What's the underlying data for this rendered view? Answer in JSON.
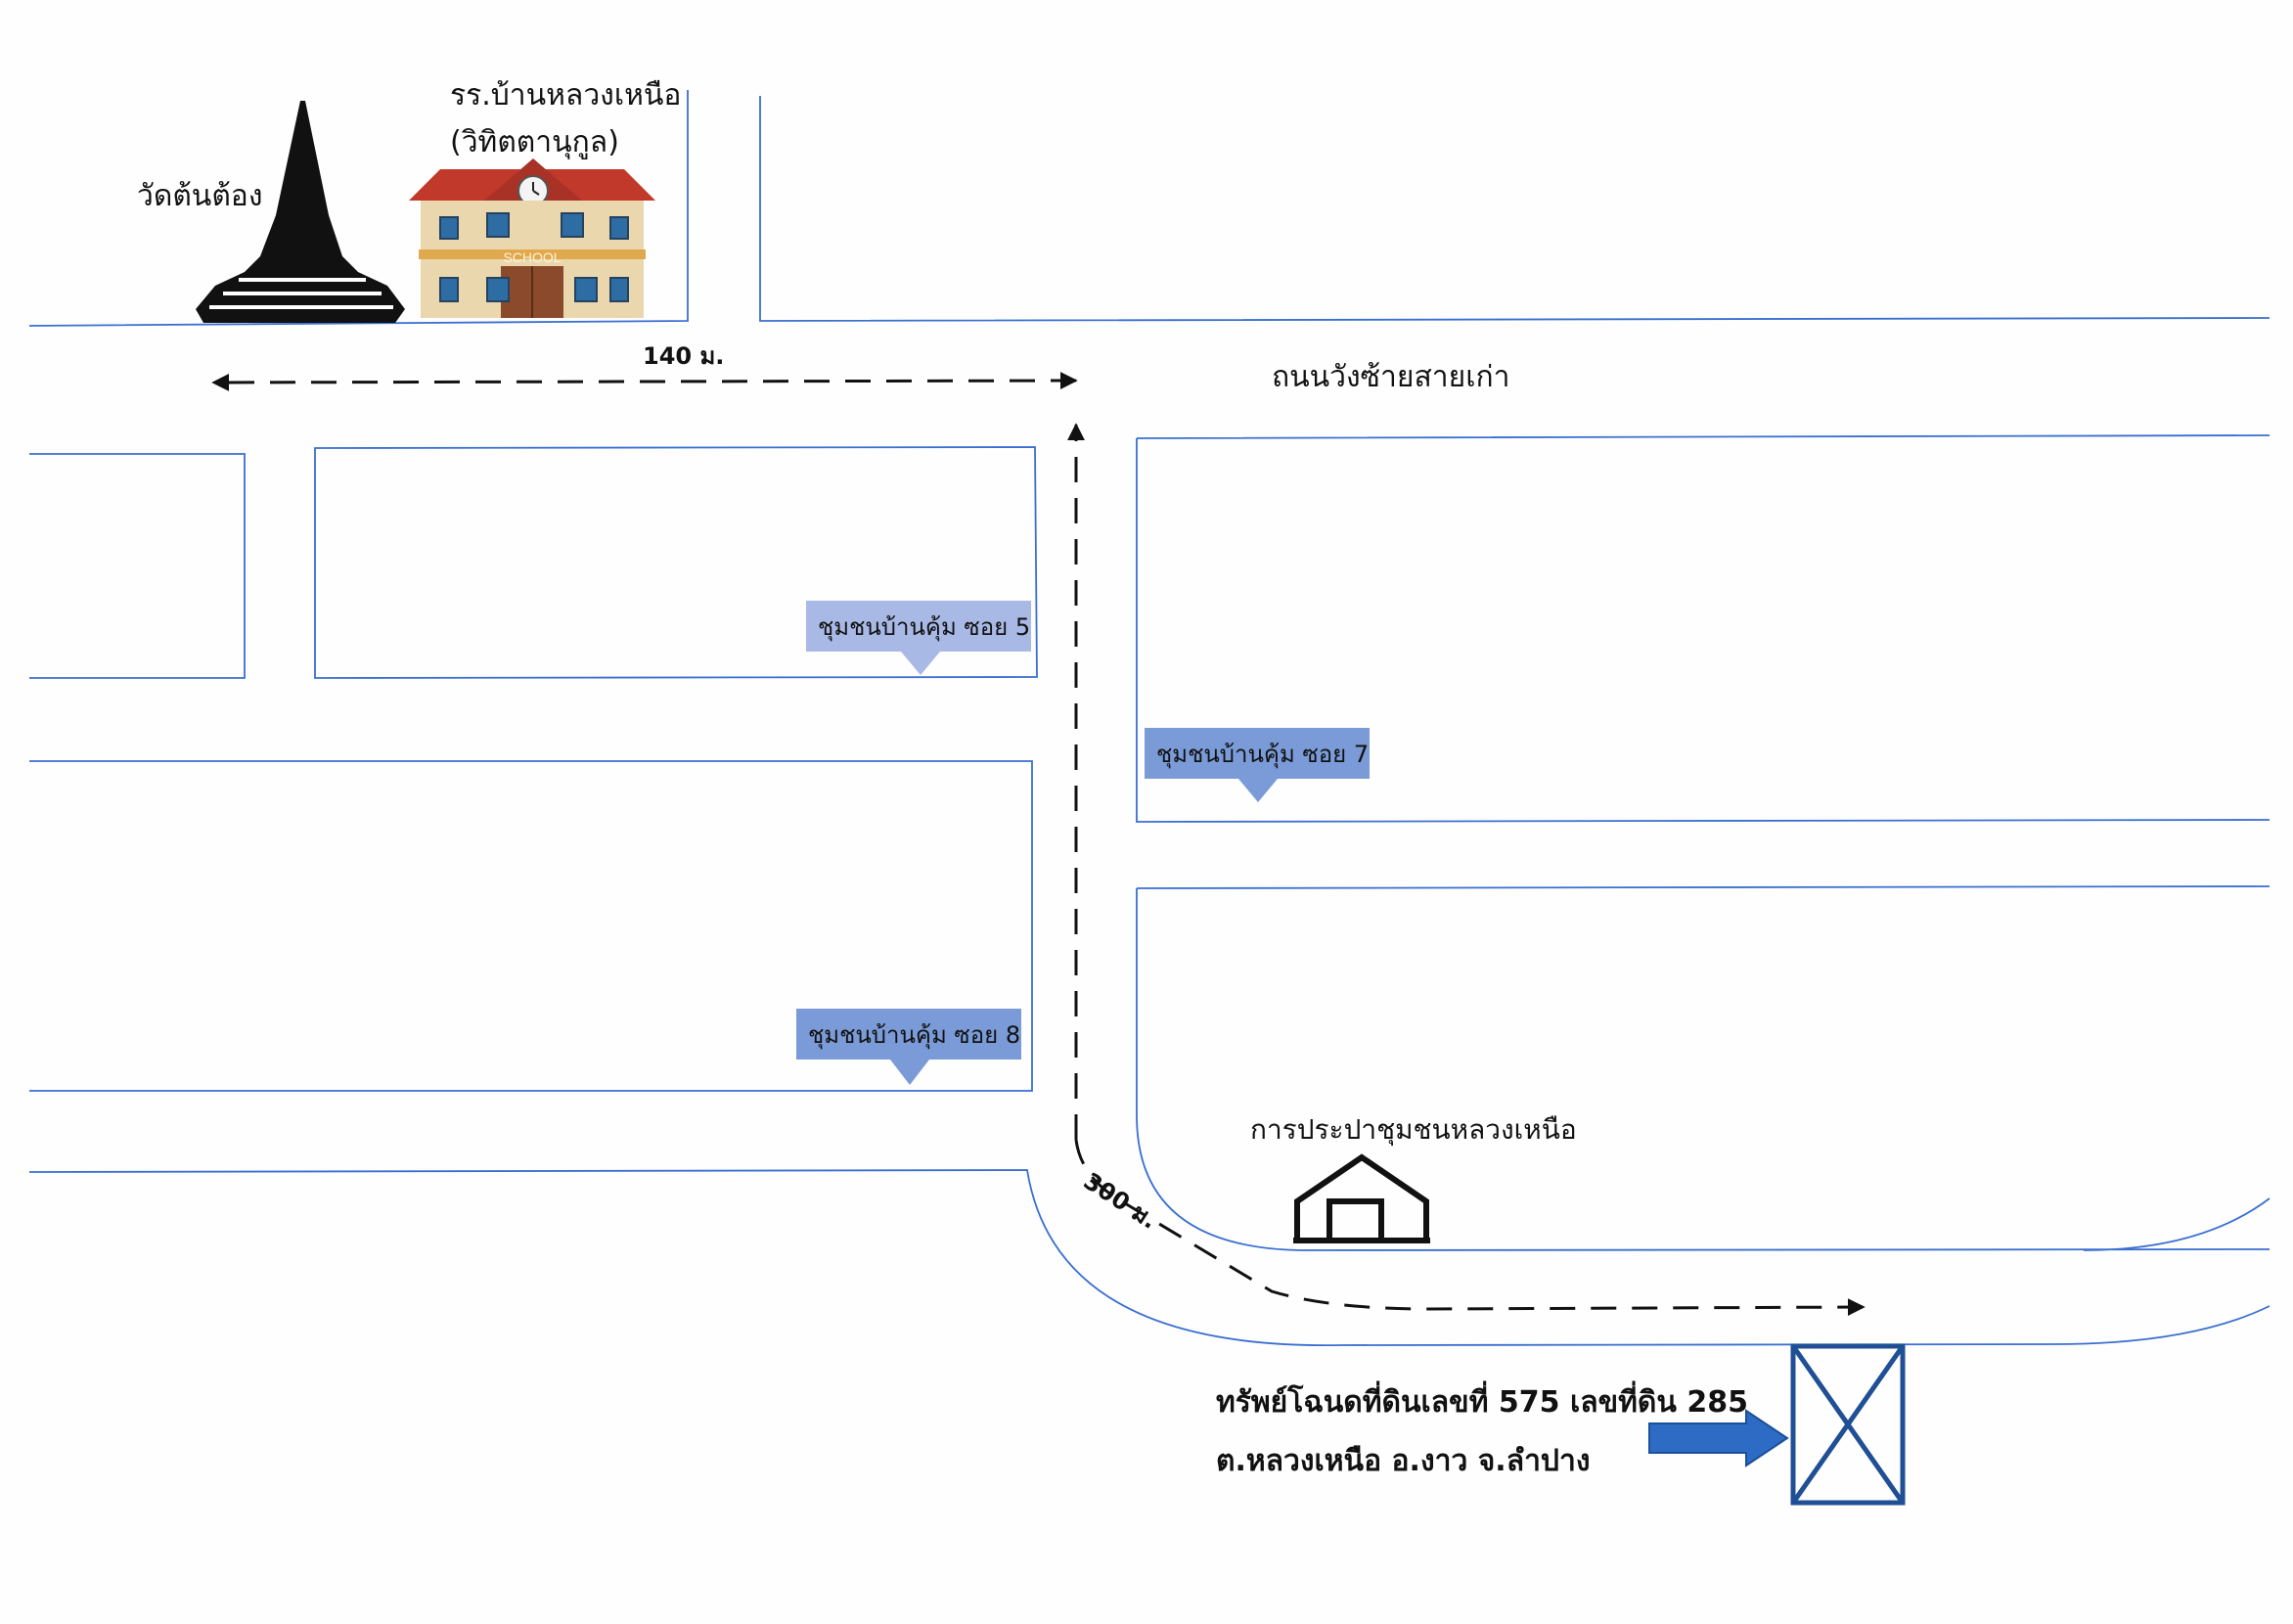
{
  "labels": {
    "temple": "วัดต้นต้อง",
    "school_line1": "รร.บ้านหลวงเหนือ",
    "school_line2": "(วิทิตตานุกูล)",
    "school_sign": "SCHOOL",
    "road": "ถนนวังซ้ายสายเก่า",
    "distance_140": "140 ม.",
    "distance_300": "300 ม.",
    "waterworks": "การประปาชุมชนหลวงเหนือ",
    "parcel_line1": "ทรัพย์โฉนดที่ดินเลขที่  575  เลขที่ดิน  285",
    "parcel_line2": "ต.หลวงเหนือ  อ.งาว  จ.ลำปาง"
  },
  "soi_labels": [
    {
      "text": "ชุมชนบ้านคุ้ม ซอย 5",
      "color": "#a9b9e6"
    },
    {
      "text": "ชุมชนบ้านคุ้ม ซอย 7",
      "color": "#7a9bd8"
    },
    {
      "text": "ชุมชนบ้านคุ้ม ซอย 8",
      "color": "#7a9bd8"
    }
  ],
  "colors": {
    "road_line": "#3a6fd0",
    "route": "#111111",
    "parcel_marker": "#1f4f95",
    "parcel_arrow": "#2d6bc4"
  },
  "icons": {
    "temple": "stupa-icon",
    "school": "school-building-icon",
    "waterworks": "house-icon",
    "parcel": "x-box-marker-icon",
    "pointer": "right-arrow-icon"
  }
}
